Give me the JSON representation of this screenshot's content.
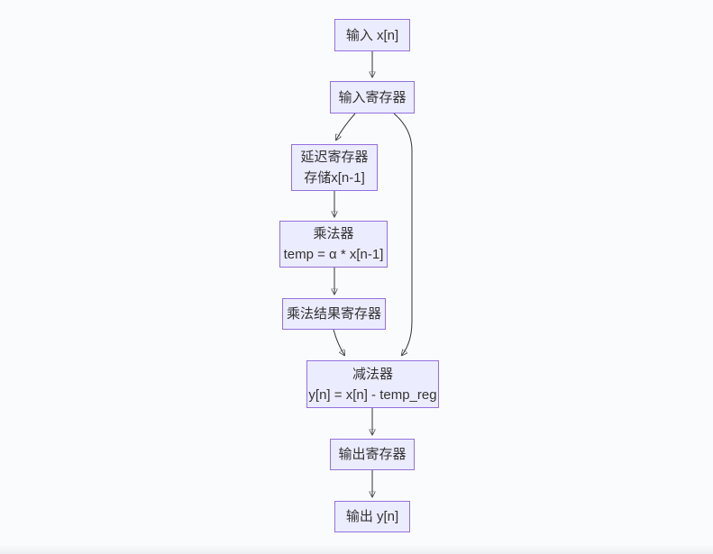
{
  "diagram": {
    "type": "flowchart",
    "direction": "top-down",
    "colors": {
      "node_fill": "#ECECFF",
      "node_border": "#9370DB",
      "edge": "#333333",
      "text": "#333333",
      "background": "#fafbfd"
    },
    "nodes": [
      {
        "id": "input-xn",
        "lines": [
          "输入 x[n]"
        ]
      },
      {
        "id": "input-register",
        "lines": [
          "输入寄存器"
        ]
      },
      {
        "id": "delay-register",
        "lines": [
          "延迟寄存器",
          "存储x[n-1]"
        ]
      },
      {
        "id": "multiplier",
        "lines": [
          "乘法器",
          "temp = α * x[n-1]"
        ]
      },
      {
        "id": "mult-result-register",
        "lines": [
          "乘法结果寄存器"
        ]
      },
      {
        "id": "subtractor",
        "lines": [
          "减法器",
          "y[n] = x[n] - temp_reg"
        ]
      },
      {
        "id": "output-register",
        "lines": [
          "输出寄存器"
        ]
      },
      {
        "id": "output-yn",
        "lines": [
          "输出 y[n]"
        ]
      }
    ],
    "edges": [
      {
        "from": "input-xn",
        "to": "input-register"
      },
      {
        "from": "input-register",
        "to": "delay-register"
      },
      {
        "from": "input-register",
        "to": "subtractor"
      },
      {
        "from": "delay-register",
        "to": "multiplier"
      },
      {
        "from": "multiplier",
        "to": "mult-result-register"
      },
      {
        "from": "mult-result-register",
        "to": "subtractor"
      },
      {
        "from": "subtractor",
        "to": "output-register"
      },
      {
        "from": "output-register",
        "to": "output-yn"
      }
    ]
  }
}
